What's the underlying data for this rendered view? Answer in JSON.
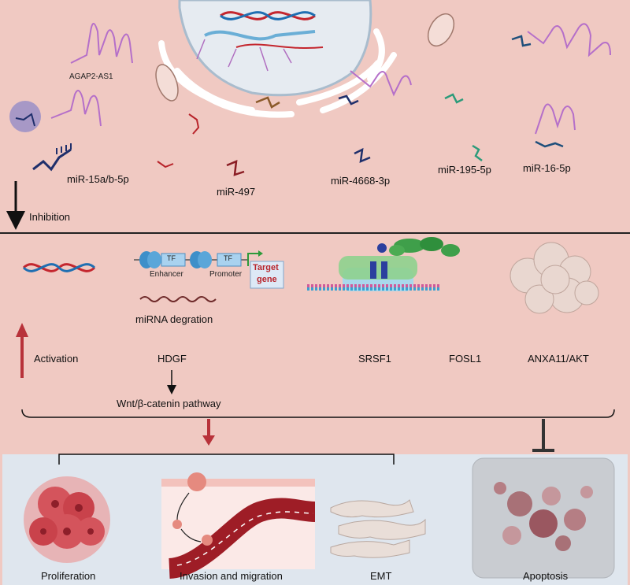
{
  "mirnas": {
    "agap2": "AGAP2-AS1",
    "m15": "miR-15a/b-5p",
    "m497": "miR-497",
    "m4668": "miR-4668-3p",
    "m195": "miR-195-5p",
    "m16": "miR-16-5p"
  },
  "arrows": {
    "inhibition": "Inhibition",
    "activation": "Activation"
  },
  "targets": {
    "hdgf": "HDGF",
    "srsf1": "SRSF1",
    "fosl1": "FOSL1",
    "anxa": "ANXA11/AKT",
    "wnt": "Wnt/β-catenin pathway"
  },
  "schematic": {
    "tf1": "TF",
    "tf2": "TF",
    "enhancer": "Enhancer",
    "promoter": "Promoter",
    "target_line1": "Target",
    "target_line2": "gene",
    "degradation": "miRNA degration"
  },
  "outcomes": {
    "proliferation": "Proliferation",
    "invasion": "Invasion and migration",
    "emt": "EMT",
    "apoptosis": "Apoptosis"
  },
  "colors": {
    "background": "#f0c9c2",
    "bottom_panel": "#dfe6ee",
    "activation_arrow": "#b8323a",
    "purple_rna": "#b56fc9",
    "navy_rna": "#1f2f6b",
    "red_rna": "#b8232a",
    "teal_rna": "#2c9b7a"
  }
}
